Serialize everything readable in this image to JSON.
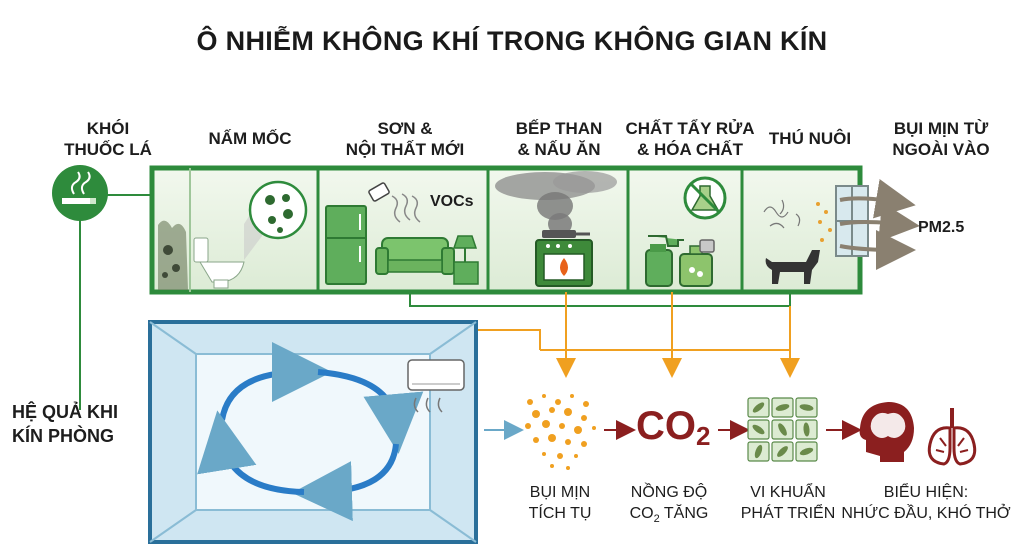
{
  "title": "Ô NHIỄM KHÔNG KHÍ TRONG KHÔNG GIAN KÍN",
  "sources": {
    "smoke": [
      "KHÓI",
      "THUỐC LÁ"
    ],
    "mold": "NẤM MỐC",
    "paint": [
      "SƠN &",
      "NỘI THẤT MỚI"
    ],
    "cooking": [
      "BẾP THAN",
      "& NẤU ĂN"
    ],
    "chemicals": [
      "CHẤT TẨY RỬA",
      "& HÓA CHẤT"
    ],
    "pets": "THÚ NUÔI",
    "outdoor": [
      "BỤI MỊN TỪ",
      "NGOÀI VÀO"
    ]
  },
  "room_tags": {
    "vocs": "VOCs",
    "pm25": "PM2.5"
  },
  "consequence_label": [
    "HỆ QUẢ KHI",
    "KÍN PHÒNG"
  ],
  "effects": {
    "dust": [
      "BỤI MỊN",
      "TÍCH TỤ"
    ],
    "co2_symbol": "CO",
    "co2_sub": "2",
    "co2_line1": "NỒNG ĐỘ",
    "co2_line2_a": "CO",
    "co2_line2_sub": "2",
    "co2_line2_b": " TĂNG",
    "bacteria": [
      "VI KHUẨN",
      "PHÁT TRIỂN"
    ],
    "symptoms": [
      "BIỂU HIỆN:",
      "NHỨC ĐẦU, KHÓ THỞ"
    ]
  },
  "colors": {
    "green": "#2e8b3c",
    "green_light": "#e8f3e4",
    "orange": "#f0a020",
    "blue": "#2a7cc7",
    "maroon": "#8b1f1f"
  },
  "icons": [
    "cigarette-icon",
    "mold-spores-icon",
    "toilet-icon",
    "fridge-icon",
    "spray-can-icon",
    "sofa-icon",
    "lamp-icon",
    "stove-icon",
    "smoke-cloud-icon",
    "spray-bottle-icon",
    "chemical-jug-icon",
    "flask-no-icon",
    "dog-icon",
    "window-icon",
    "airflow-arrows-icon",
    "air-conditioner-icon",
    "circulation-arrows-icon",
    "dust-particles-icon",
    "bacteria-grid-icon",
    "head-icon",
    "lungs-icon"
  ]
}
